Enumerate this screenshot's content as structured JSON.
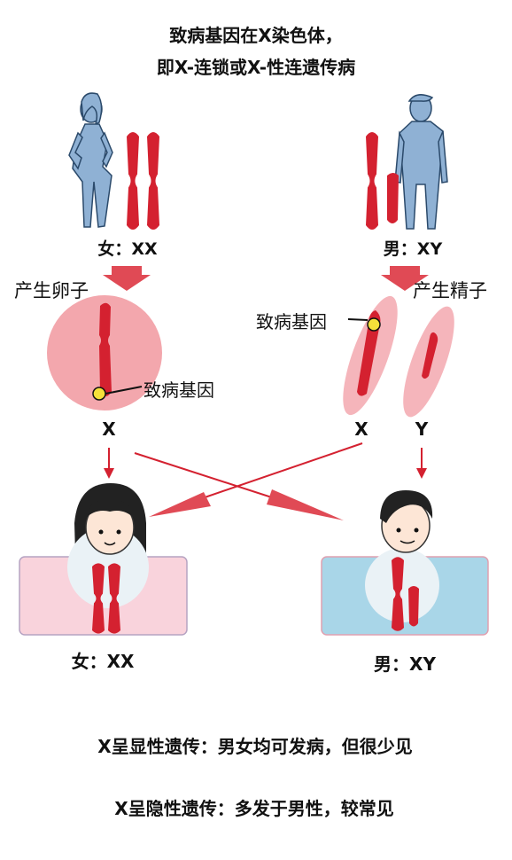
{
  "title": {
    "line1": "致病基因在X染色体，",
    "line2": "即X-连锁或X-性连遗传病"
  },
  "female": {
    "genotype": "女：XX",
    "process": "产生卵子",
    "gene_label": "致病基因",
    "gamete": "X"
  },
  "male": {
    "genotype": "男：XY",
    "process": "产生精子",
    "gene_label": "致病基因",
    "gamete_x": "X",
    "gamete_y": "Y"
  },
  "offspring": {
    "daughter": "女：XX",
    "son": "男：XY"
  },
  "notes": {
    "dominant": "X呈显性遗传：男女均可发病，但很少见",
    "recessive": "X呈隐性遗传：多发于男性，较常见"
  },
  "colors": {
    "chromosome": "#d42130",
    "female_cell": "#f3a7ad",
    "male_cell": "#f5b5bb",
    "female_box": "#f9d3dc",
    "male_box": "#a9d6e8",
    "arrow": "#e04a55",
    "body": "#8fb1d4",
    "gene": "#f5e13a"
  }
}
